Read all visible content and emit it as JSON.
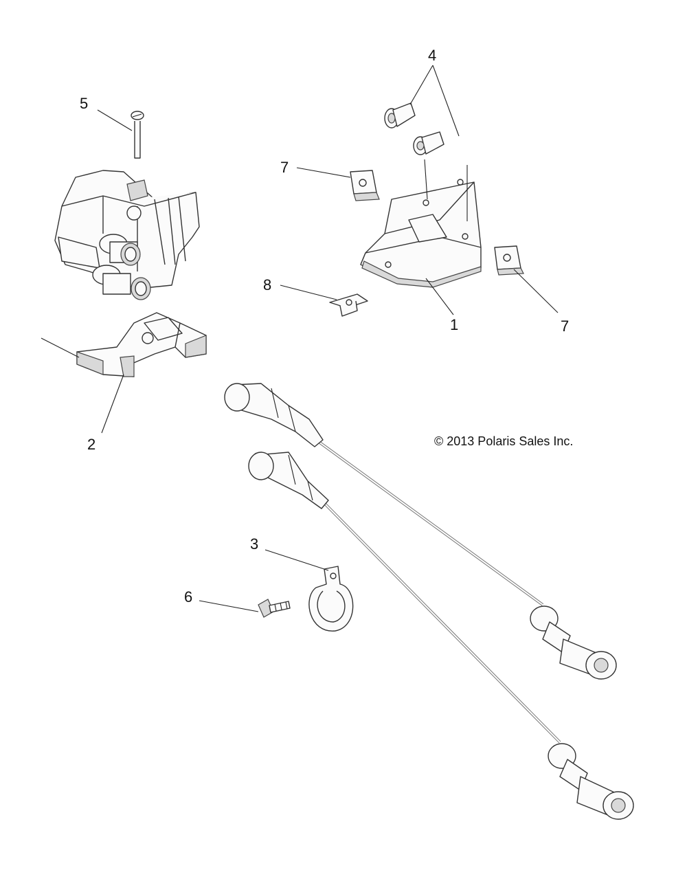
{
  "copyright": "© 2013 Polaris Sales Inc.",
  "callouts": [
    {
      "id": "c1",
      "label": "1"
    },
    {
      "id": "c2",
      "label": "2"
    },
    {
      "id": "c3",
      "label": "3"
    },
    {
      "id": "c4",
      "label": "4"
    },
    {
      "id": "c5",
      "label": "5"
    },
    {
      "id": "c6",
      "label": "6"
    },
    {
      "id": "c7a",
      "label": "7"
    },
    {
      "id": "c7b",
      "label": "7"
    },
    {
      "id": "c8",
      "label": "8"
    }
  ]
}
